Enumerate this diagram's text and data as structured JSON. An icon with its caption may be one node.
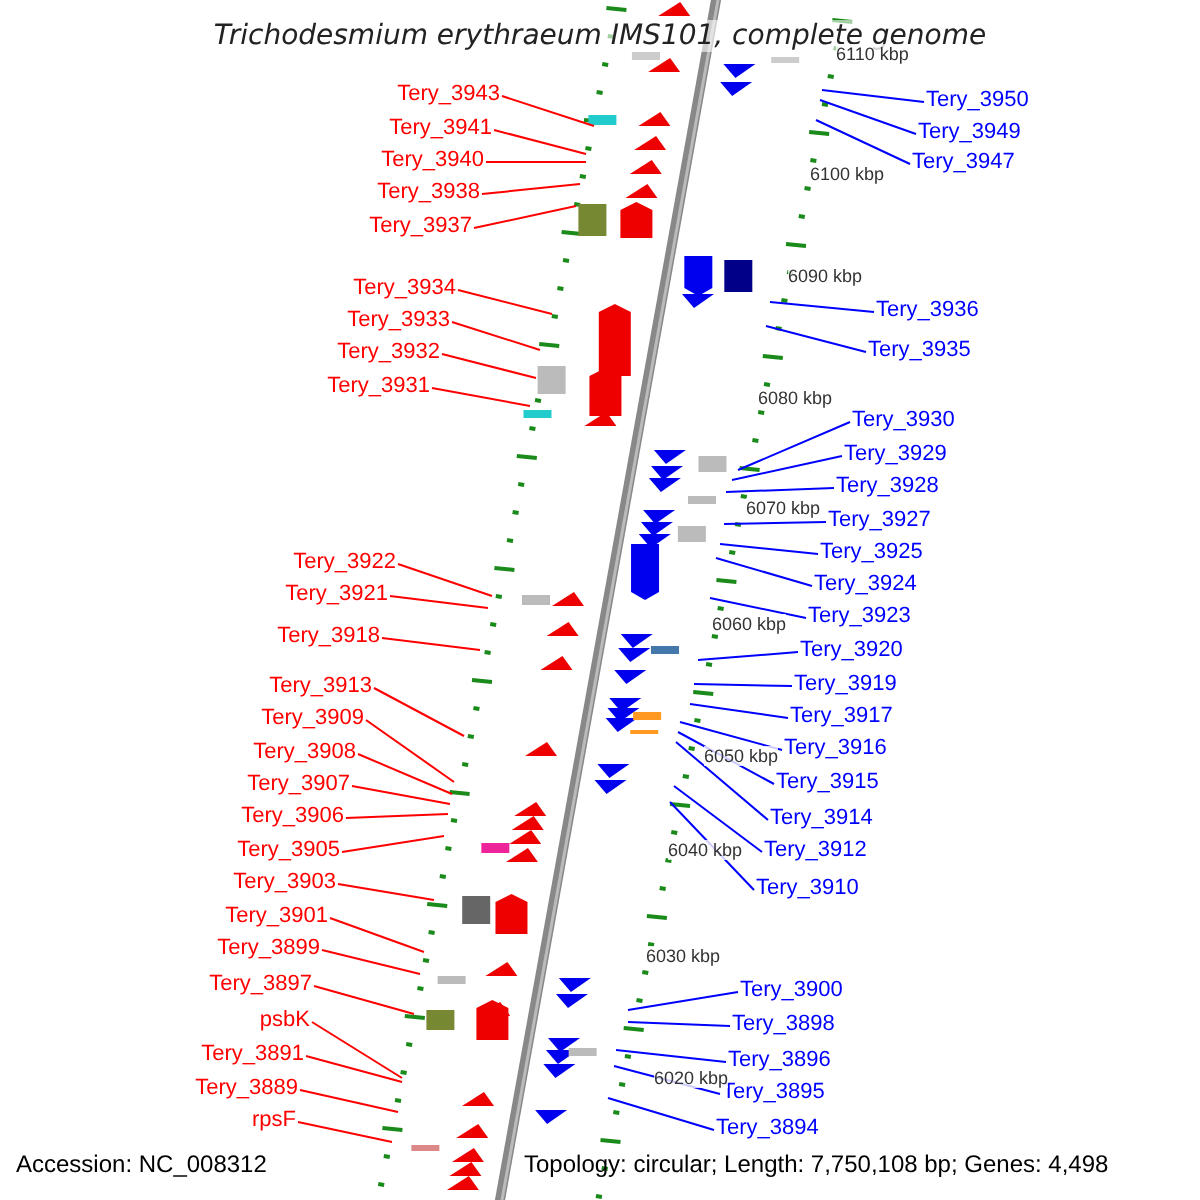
{
  "diagram": {
    "title": "Trichodesmium erythraeum IMS101, complete genome",
    "nodes": [
      {
        "text": [
          "Tery_3943"
        ]
      },
      {
        "text": [
          "Tery_3941"
        ]
      },
      {
        "text": [
          "Tery_3940"
        ]
      },
      {
        "text": [
          "Tery_3938"
        ]
      },
      {
        "text": [
          "Tery_3937"
        ]
      },
      {
        "text": [
          "Tery_3934"
        ]
      },
      {
        "text": [
          "Tery_3933"
        ]
      },
      {
        "text": [
          "Tery_3932"
        ]
      },
      {
        "text": [
          "Tery_3931"
        ]
      },
      {
        "text": [
          "Tery_3922"
        ]
      },
      {
        "text": [
          "Tery_3921"
        ]
      },
      {
        "text": [
          "Tery_3918"
        ]
      },
      {
        "text": [
          "Tery_3913"
        ]
      },
      {
        "text": [
          "Tery_3909"
        ]
      },
      {
        "text": [
          "Tery_3908"
        ]
      },
      {
        "text": [
          "Tery_3907"
        ]
      },
      {
        "text": [
          "Tery_3906"
        ]
      },
      {
        "text": [
          "Tery_3905"
        ]
      },
      {
        "text": [
          "Tery_3903"
        ]
      },
      {
        "text": [
          "Tery_3901"
        ]
      },
      {
        "text": [
          "Tery_3899"
        ]
      },
      {
        "text": [
          "Tery_3897"
        ]
      },
      {
        "text": [
          "psbK"
        ]
      },
      {
        "text": [
          "Tery_3891"
        ]
      },
      {
        "text": [
          "Tery_3889"
        ]
      },
      {
        "text": [
          "rpsF"
        ]
      },
      {
        "text": [
          "Tery_3950"
        ]
      },
      {
        "text": [
          "Tery_3949"
        ]
      },
      {
        "text": [
          "Tery_3947"
        ]
      },
      {
        "text": [
          "Tery_3936"
        ]
      },
      {
        "text": [
          "Tery_3935"
        ]
      },
      {
        "text": [
          "Tery_3930"
        ]
      },
      {
        "text": [
          "Tery_3929"
        ]
      },
      {
        "text": [
          "Tery_3928"
        ]
      },
      {
        "text": [
          "Tery_3927"
        ]
      },
      {
        "text": [
          "Tery_3925"
        ]
      },
      {
        "text": [
          "Tery_3924"
        ]
      },
      {
        "text": [
          "Tery_3923"
        ]
      },
      {
        "text": [
          "Tery_3920"
        ]
      },
      {
        "text": [
          "Tery_3919"
        ]
      },
      {
        "text": [
          "Tery_3917"
        ]
      },
      {
        "text": [
          "Tery_3916"
        ]
      },
      {
        "text": [
          "Tery_3915"
        ]
      },
      {
        "text": [
          "Tery_3914"
        ]
      },
      {
        "text": [
          "Tery_3912"
        ]
      },
      {
        "text": [
          "Tery_3910"
        ]
      },
      {
        "text": [
          "Tery_3900"
        ]
      },
      {
        "text": [
          "Tery_3898"
        ]
      },
      {
        "text": [
          "Tery_3896"
        ]
      },
      {
        "text": [
          "Tery_3895"
        ]
      },
      {
        "text": [
          "Tery_3894"
        ]
      }
    ],
    "edges": [
      {
        "from": 0,
        "to": null,
        "arrow": "none",
        "color": "#ff0000"
      },
      {
        "from": 1,
        "to": null,
        "arrow": "none",
        "color": "#ff0000"
      },
      {
        "from": 2,
        "to": null,
        "arrow": "none",
        "color": "#ff0000"
      },
      {
        "from": 3,
        "to": null,
        "arrow": "none",
        "color": "#ff0000"
      },
      {
        "from": 4,
        "to": null,
        "arrow": "none",
        "color": "#ff0000"
      },
      {
        "from": 5,
        "to": null,
        "arrow": "none",
        "color": "#ff0000"
      },
      {
        "from": 6,
        "to": null,
        "arrow": "none",
        "color": "#ff0000"
      },
      {
        "from": 7,
        "to": null,
        "arrow": "none",
        "color": "#ff0000"
      },
      {
        "from": 8,
        "to": null,
        "arrow": "none",
        "color": "#ff0000"
      },
      {
        "from": 9,
        "to": null,
        "arrow": "none",
        "color": "#ff0000"
      },
      {
        "from": 10,
        "to": null,
        "arrow": "none",
        "color": "#ff0000"
      },
      {
        "from": 11,
        "to": null,
        "arrow": "none",
        "color": "#ff0000"
      },
      {
        "from": 12,
        "to": null,
        "arrow": "none",
        "color": "#ff0000"
      },
      {
        "from": 13,
        "to": null,
        "arrow": "none",
        "color": "#ff0000"
      },
      {
        "from": 14,
        "to": null,
        "arrow": "none",
        "color": "#ff0000"
      },
      {
        "from": 15,
        "to": null,
        "arrow": "none",
        "color": "#ff0000"
      },
      {
        "from": 16,
        "to": null,
        "arrow": "none",
        "color": "#ff0000"
      },
      {
        "from": 17,
        "to": null,
        "arrow": "none",
        "color": "#ff0000"
      },
      {
        "from": 18,
        "to": null,
        "arrow": "none",
        "color": "#ff0000"
      },
      {
        "from": 19,
        "to": null,
        "arrow": "none",
        "color": "#ff0000"
      },
      {
        "from": 20,
        "to": null,
        "arrow": "none",
        "color": "#ff0000"
      },
      {
        "from": 21,
        "to": null,
        "arrow": "none",
        "color": "#ff0000"
      },
      {
        "from": 22,
        "to": null,
        "arrow": "none",
        "color": "#ff0000"
      },
      {
        "from": 23,
        "to": null,
        "arrow": "none",
        "color": "#ff0000"
      },
      {
        "from": 24,
        "to": null,
        "arrow": "none",
        "color": "#ff0000"
      },
      {
        "from": 25,
        "to": null,
        "arrow": "none",
        "color": "#ff0000"
      },
      {
        "from": 26,
        "to": null,
        "arrow": "none",
        "color": "#0000ff"
      },
      {
        "from": 27,
        "to": null,
        "arrow": "none",
        "color": "#0000ff"
      },
      {
        "from": 28,
        "to": null,
        "arrow": "none",
        "color": "#0000ff"
      },
      {
        "from": 29,
        "to": null,
        "arrow": "none",
        "color": "#0000ff"
      },
      {
        "from": 30,
        "to": null,
        "arrow": "none",
        "color": "#0000ff"
      },
      {
        "from": 31,
        "to": null,
        "arrow": "none",
        "color": "#0000ff"
      },
      {
        "from": 32,
        "to": null,
        "arrow": "none",
        "color": "#0000ff"
      },
      {
        "from": 33,
        "to": null,
        "arrow": "none",
        "color": "#0000ff"
      },
      {
        "from": 34,
        "to": null,
        "arrow": "none",
        "color": "#0000ff"
      },
      {
        "from": 35,
        "to": null,
        "arrow": "none",
        "color": "#0000ff"
      },
      {
        "from": 36,
        "to": null,
        "arrow": "none",
        "color": "#0000ff"
      },
      {
        "from": 37,
        "to": null,
        "arrow": "none",
        "color": "#0000ff"
      },
      {
        "from": 38,
        "to": null,
        "arrow": "none",
        "color": "#0000ff"
      },
      {
        "from": 39,
        "to": null,
        "arrow": "none",
        "color": "#0000ff"
      },
      {
        "from": 40,
        "to": null,
        "arrow": "none",
        "color": "#0000ff"
      },
      {
        "from": 41,
        "to": null,
        "arrow": "none",
        "color": "#0000ff"
      },
      {
        "from": 42,
        "to": null,
        "arrow": "none",
        "color": "#0000ff"
      },
      {
        "from": 43,
        "to": null,
        "arrow": "none",
        "color": "#0000ff"
      },
      {
        "from": 44,
        "to": null,
        "arrow": "none",
        "color": "#0000ff"
      },
      {
        "from": 45,
        "to": null,
        "arrow": "none",
        "color": "#0000ff"
      },
      {
        "from": 46,
        "to": null,
        "arrow": "none",
        "color": "#0000ff"
      },
      {
        "from": 47,
        "to": null,
        "arrow": "none",
        "color": "#0000ff"
      },
      {
        "from": 48,
        "to": null,
        "arrow": "none",
        "color": "#0000ff"
      },
      {
        "from": 49,
        "to": null,
        "arrow": "none",
        "color": "#0000ff"
      },
      {
        "from": 50,
        "to": null,
        "arrow": "none",
        "color": "#0000ff"
      }
    ],
    "labels": [
      "6110 kbp",
      "6100 kbp",
      "6090 kbp",
      "6080 kbp",
      "6070 kbp",
      "6060 kbp",
      "6050 kbp",
      "6040 kbp",
      "6030 kbp",
      "6020 kbp",
      "Accession: NC_008312",
      "Topology: circular; Length: 7,750,108 bp; Genes: 4,498"
    ]
  }
}
